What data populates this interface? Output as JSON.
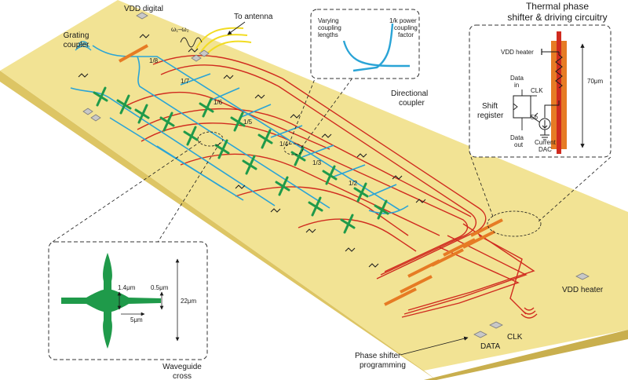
{
  "colors": {
    "chip_top": "#f2e394",
    "chip_left": "#ddc564",
    "chip_front": "#c9af4e",
    "waveguide_blue": "#2aa4d6",
    "heater_red": "#d02b1f",
    "cross_green": "#1f9a4a",
    "heater_orange": "#e67b24",
    "pad_gray": "#c8c8c8",
    "antenna_yellow": "#f2dc22"
  },
  "icons": [
    "grating-coupler-icon",
    "shift-register-icon",
    "current-source-icon",
    "ground-icon"
  ],
  "labels": {
    "vdd_digital": "VDD digital",
    "grating_coupler": [
      "Grating",
      "coupler"
    ],
    "omega": "ω₁–ω₂",
    "to_antenna": "To antenna",
    "vdd_heater": "VDD heater",
    "clk": "CLK",
    "data": "DATA",
    "phase_shifter_programming": [
      "Phase shifter",
      "programming"
    ]
  },
  "coupling_ratios": [
    "1/8",
    "1/7",
    "1/6",
    "1/5",
    "1/4",
    "1/3",
    "1/2"
  ],
  "directional_coupler": {
    "left_text": [
      "Varying",
      "coupling",
      "lengths"
    ],
    "right_text": [
      "1/k power",
      "coupling",
      "factor"
    ],
    "caption": [
      "Directional",
      "coupler"
    ]
  },
  "thermal": {
    "title": [
      "Thermal phase",
      "shifter & driving circuitry"
    ],
    "vdd_heater": "VDD heater",
    "data_in": [
      "Data",
      "in"
    ],
    "clk": "CLK",
    "shift_register": [
      "Shift",
      "register"
    ],
    "bits": "5b",
    "data_out": [
      "Data",
      "out"
    ],
    "current_dac": [
      "Current",
      "DAC"
    ],
    "length": "70μm"
  },
  "waveguide_cross": {
    "caption": [
      "Waveguide",
      "cross"
    ],
    "dim_width": "1.4μm",
    "dim_narrow": "0.5μm",
    "dim_length": "5μm",
    "dim_total": "22μm"
  }
}
